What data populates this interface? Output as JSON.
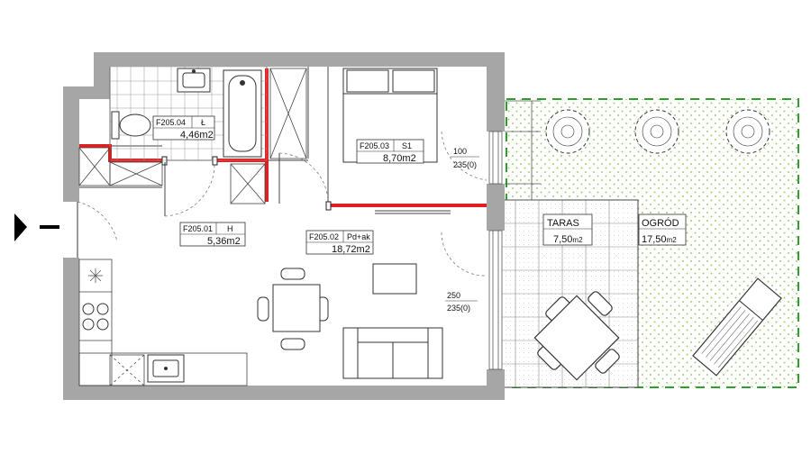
{
  "rooms": [
    {
      "id": "F205.04",
      "code": "Ł",
      "area": "4,46m2"
    },
    {
      "id": "F205.03",
      "code": "S1",
      "area": "8,70m2"
    },
    {
      "id": "F205.01",
      "code": "H",
      "area": "5,36m2"
    },
    {
      "id": "F205.02",
      "code": "Pd+ak",
      "area": "18,72m2"
    }
  ],
  "outdoor": {
    "terrace": {
      "name": "TARAS",
      "area": "7,50",
      "unit": "m2"
    },
    "garden": {
      "name": "OGRÓD",
      "area": "17,50",
      "unit": "m2"
    }
  },
  "dimensions": {
    "window_bedroom": {
      "width": "100",
      "height": "235(0)"
    },
    "window_living": {
      "width": "250",
      "height": "235(0)"
    }
  },
  "colors": {
    "wall": "#a6a6a6",
    "highlight": "#e02020",
    "garden_dots": "#9fcf7a",
    "garden_border": "#2f9e2f"
  }
}
